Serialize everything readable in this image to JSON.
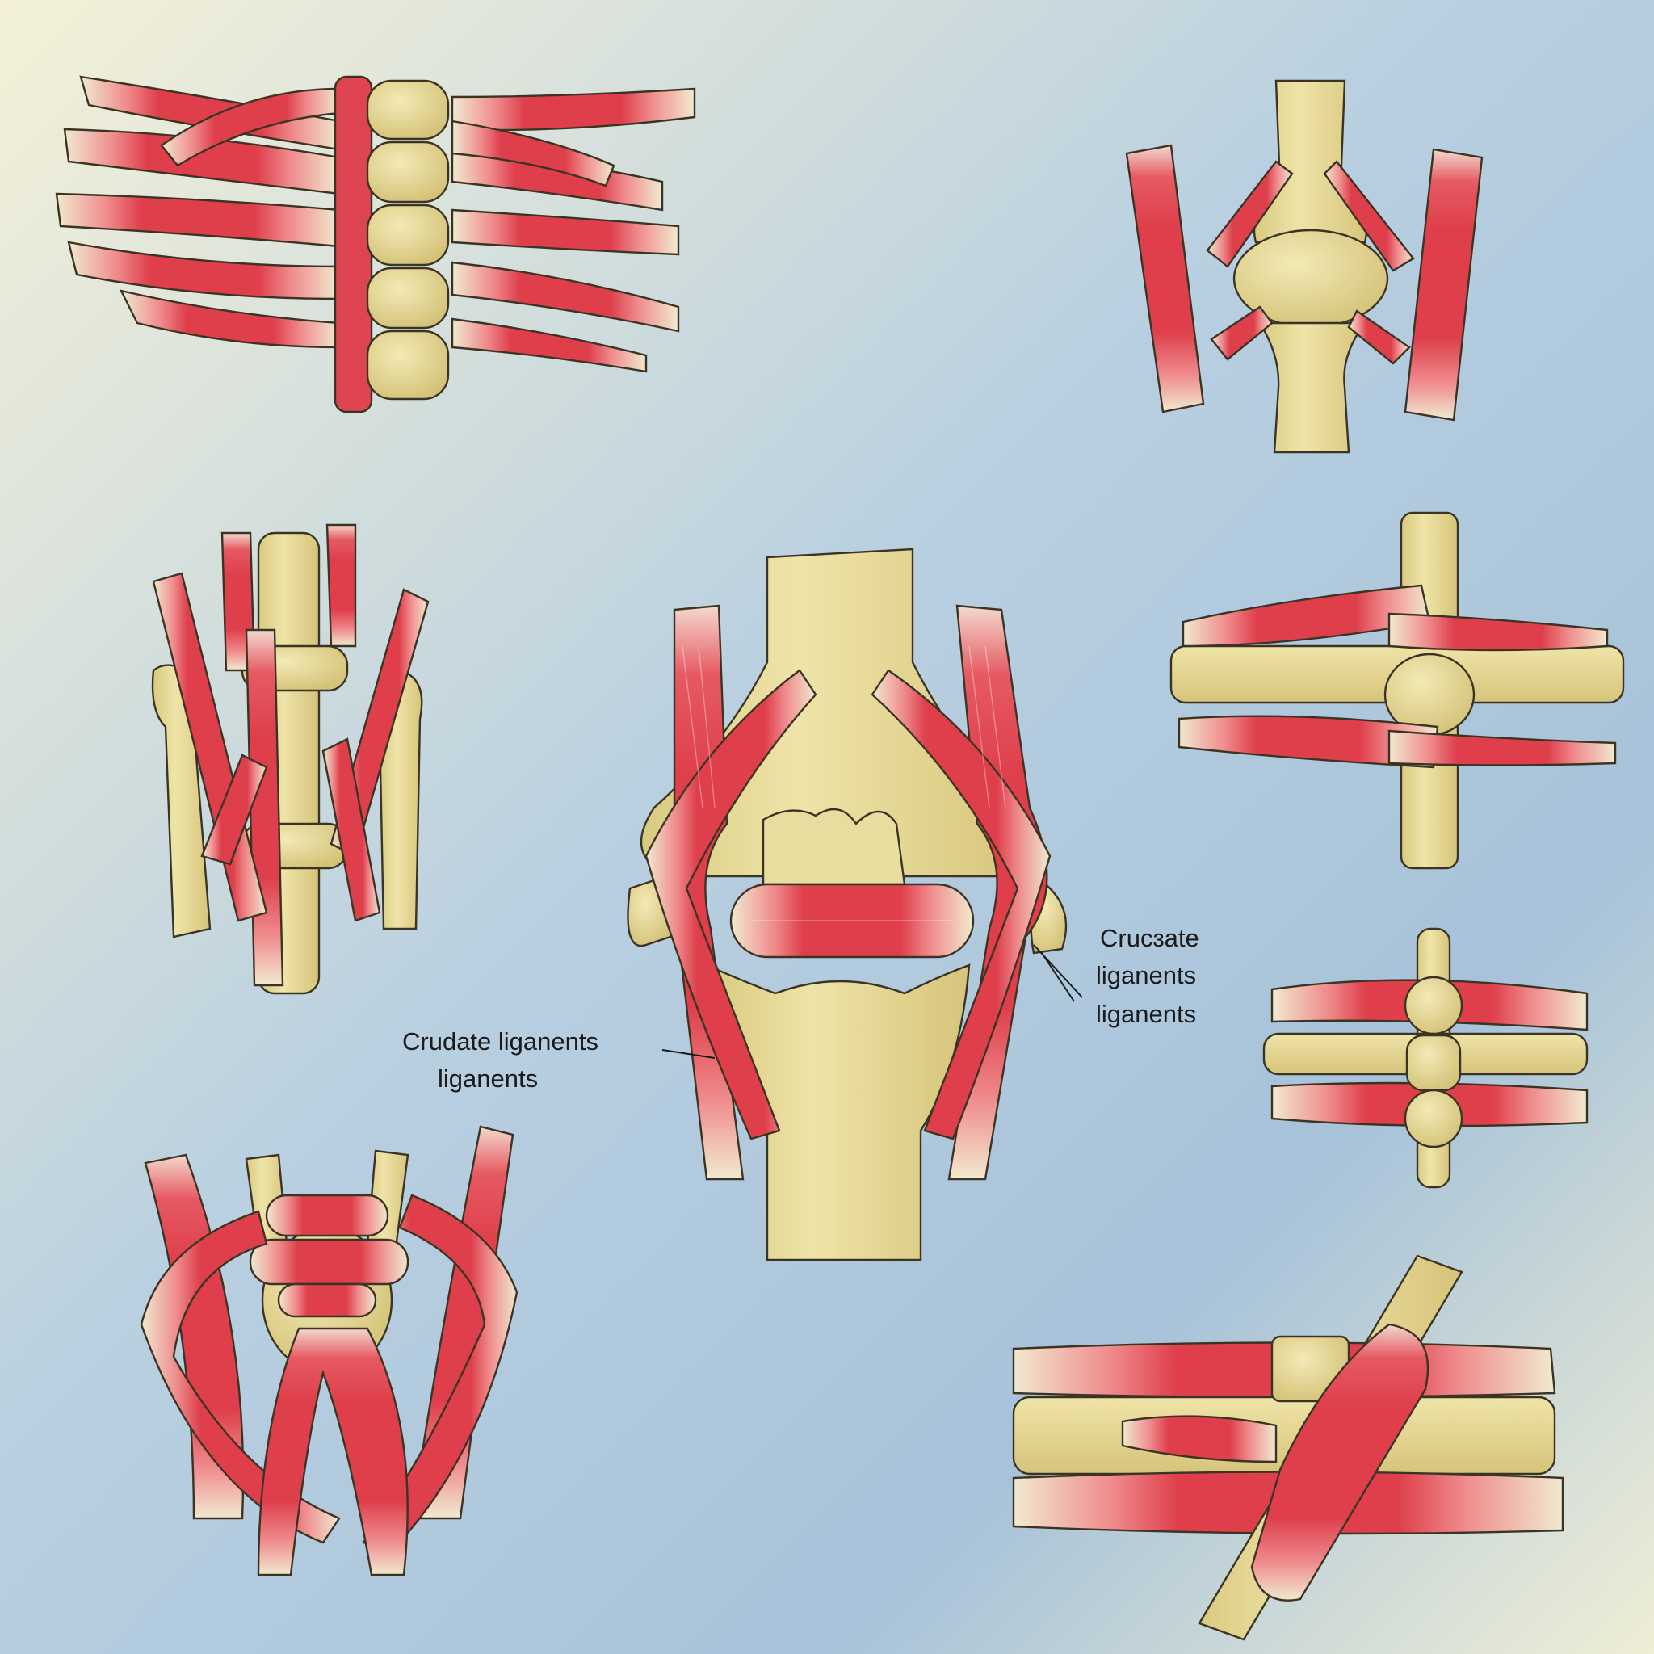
{
  "colors": {
    "muscle": "#e0444f",
    "muscle_light": "#f08a8a",
    "tendon": "#eee6c4",
    "bone": "#ecdf9e",
    "bone_shade": "#d6c77c",
    "bg_warm": "#f2efd6",
    "bg_cool": "#9fbdd6",
    "line": "#1b1b1b"
  },
  "labels": {
    "left_line1": "Crudate liganents",
    "left_line2": "liganents",
    "right_line1": "Crucɜate",
    "right_line2": "liganents",
    "right_line3": "liganents"
  },
  "icons": {
    "panel_spine": "vertebral-column-muscles-icon",
    "panel_hip": "joint-with-muscles-icon",
    "panel_wrist": "forearm-wrist-icon",
    "panel_knee": "knee-joint-icon",
    "panel_cross": "cross-joint-icon",
    "panel_finger": "finger-joints-icon",
    "panel_pelvis": "pelvic-muscles-icon",
    "panel_diagonal": "crossed-muscle-bands-icon"
  }
}
